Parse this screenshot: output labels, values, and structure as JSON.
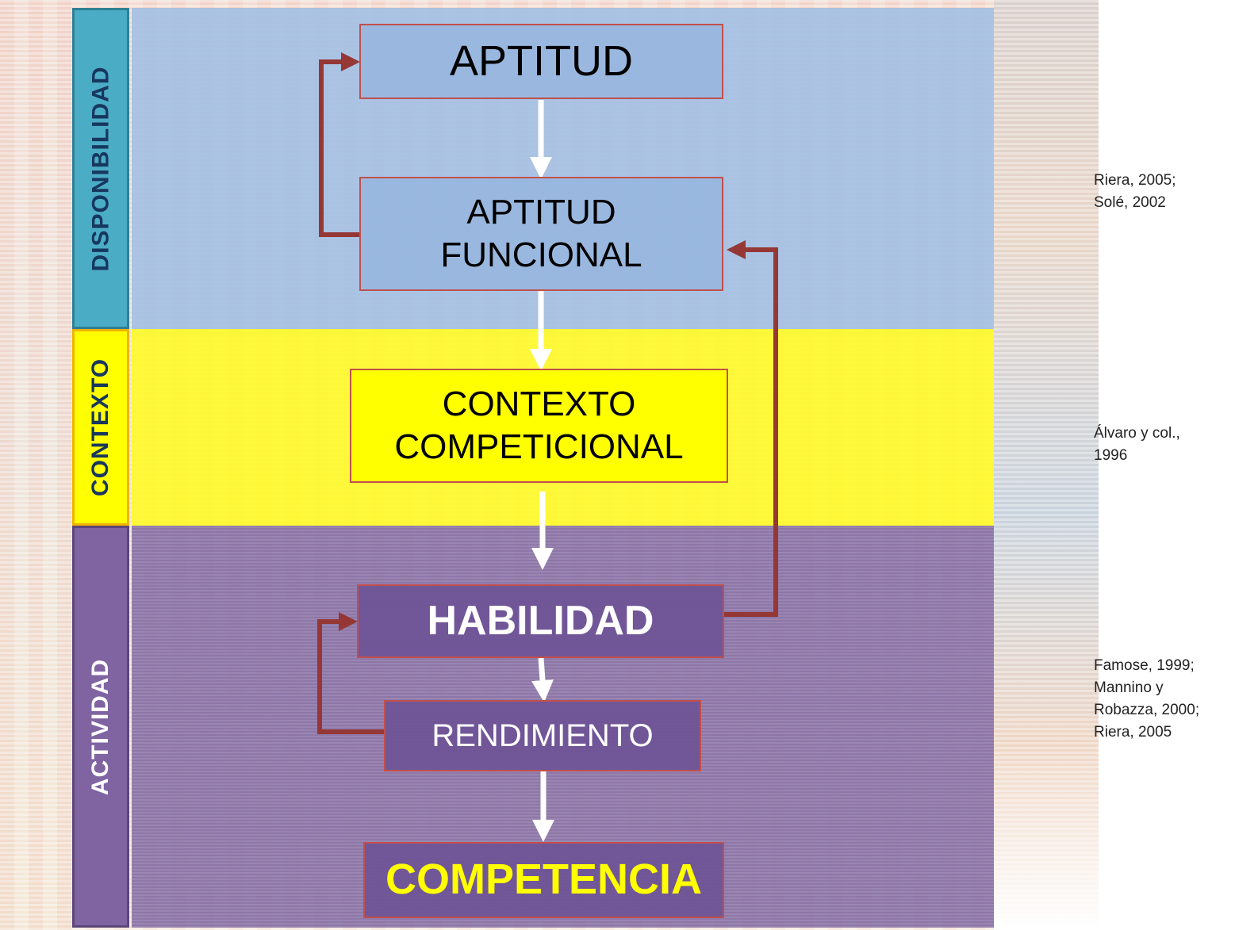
{
  "sidebar": {
    "disponibilidad": "DISPONIBILIDAD",
    "contexto": "CONTEXTO",
    "actividad": "ACTIVIDAD"
  },
  "boxes": {
    "aptitud": "APTITUD",
    "aptitud_funcional_line1": "APTITUD",
    "aptitud_funcional_line2": "FUNCIONAL",
    "contexto_line1": "CONTEXTO",
    "contexto_line2": "COMPETICIONAL",
    "habilidad": "HABILIDAD",
    "rendimiento": "RENDIMIENTO",
    "competencia": "COMPETENCIA"
  },
  "references": {
    "disponibilidad": [
      "Riera, 2005;",
      "Solé, 2002"
    ],
    "contexto": [
      "Álvaro y col.,",
      "1996"
    ],
    "actividad": [
      "Famose,  1999;",
      "Mannino y",
      "Robazza, 2000;",
      "Riera, 2005"
    ]
  },
  "colors": {
    "disponibilidad": "#4bacc6",
    "contexto": "#ffff00",
    "actividad": "#8064a2",
    "box_border": "#c0504d",
    "feedback_arrow": "#953735",
    "flow_arrow": "#ffffff"
  }
}
